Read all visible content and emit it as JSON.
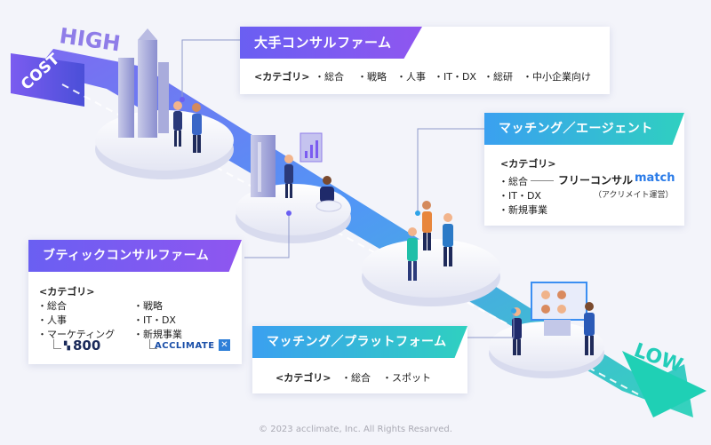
{
  "axis": {
    "high": "HIGH",
    "cost": "COST",
    "low": "LOW"
  },
  "major": {
    "title": "大手コンサルファーム",
    "category_label": "<カテゴリ>",
    "items": [
      "総合",
      "戦略",
      "人事",
      "IT・DX",
      "総研",
      "中小企業向け"
    ]
  },
  "matching_agent": {
    "title": "マッチング／エージェント",
    "category_label": "<カテゴリ>",
    "items": [
      "総合",
      "IT・DX",
      "新規事業"
    ],
    "product": "フリーコンサル",
    "product_brand": "match",
    "product_note": "（アクリメイト運営）"
  },
  "boutique": {
    "title": "ブティックコンサルファーム",
    "category_label": "<カテゴリ>",
    "items_left": [
      "総合",
      "人事",
      "マーケティング"
    ],
    "items_right": [
      "戦略",
      "IT・DX",
      "新規事業"
    ],
    "logo_800": "800",
    "logo_acclimate": "ACCLIMATE"
  },
  "matching_platform": {
    "title": "マッチング／プラットフォーム",
    "category_label": "<カテゴリ>",
    "items": [
      "総合",
      "スポット"
    ]
  },
  "footer": {
    "copyright": "© 2023 acclimate, Inc. All Rights Resarved."
  },
  "colors": {
    "purple": "#7b5cf0",
    "blue": "#3c8ff5",
    "teal": "#23cdb9",
    "navy": "#1a2a5a"
  }
}
